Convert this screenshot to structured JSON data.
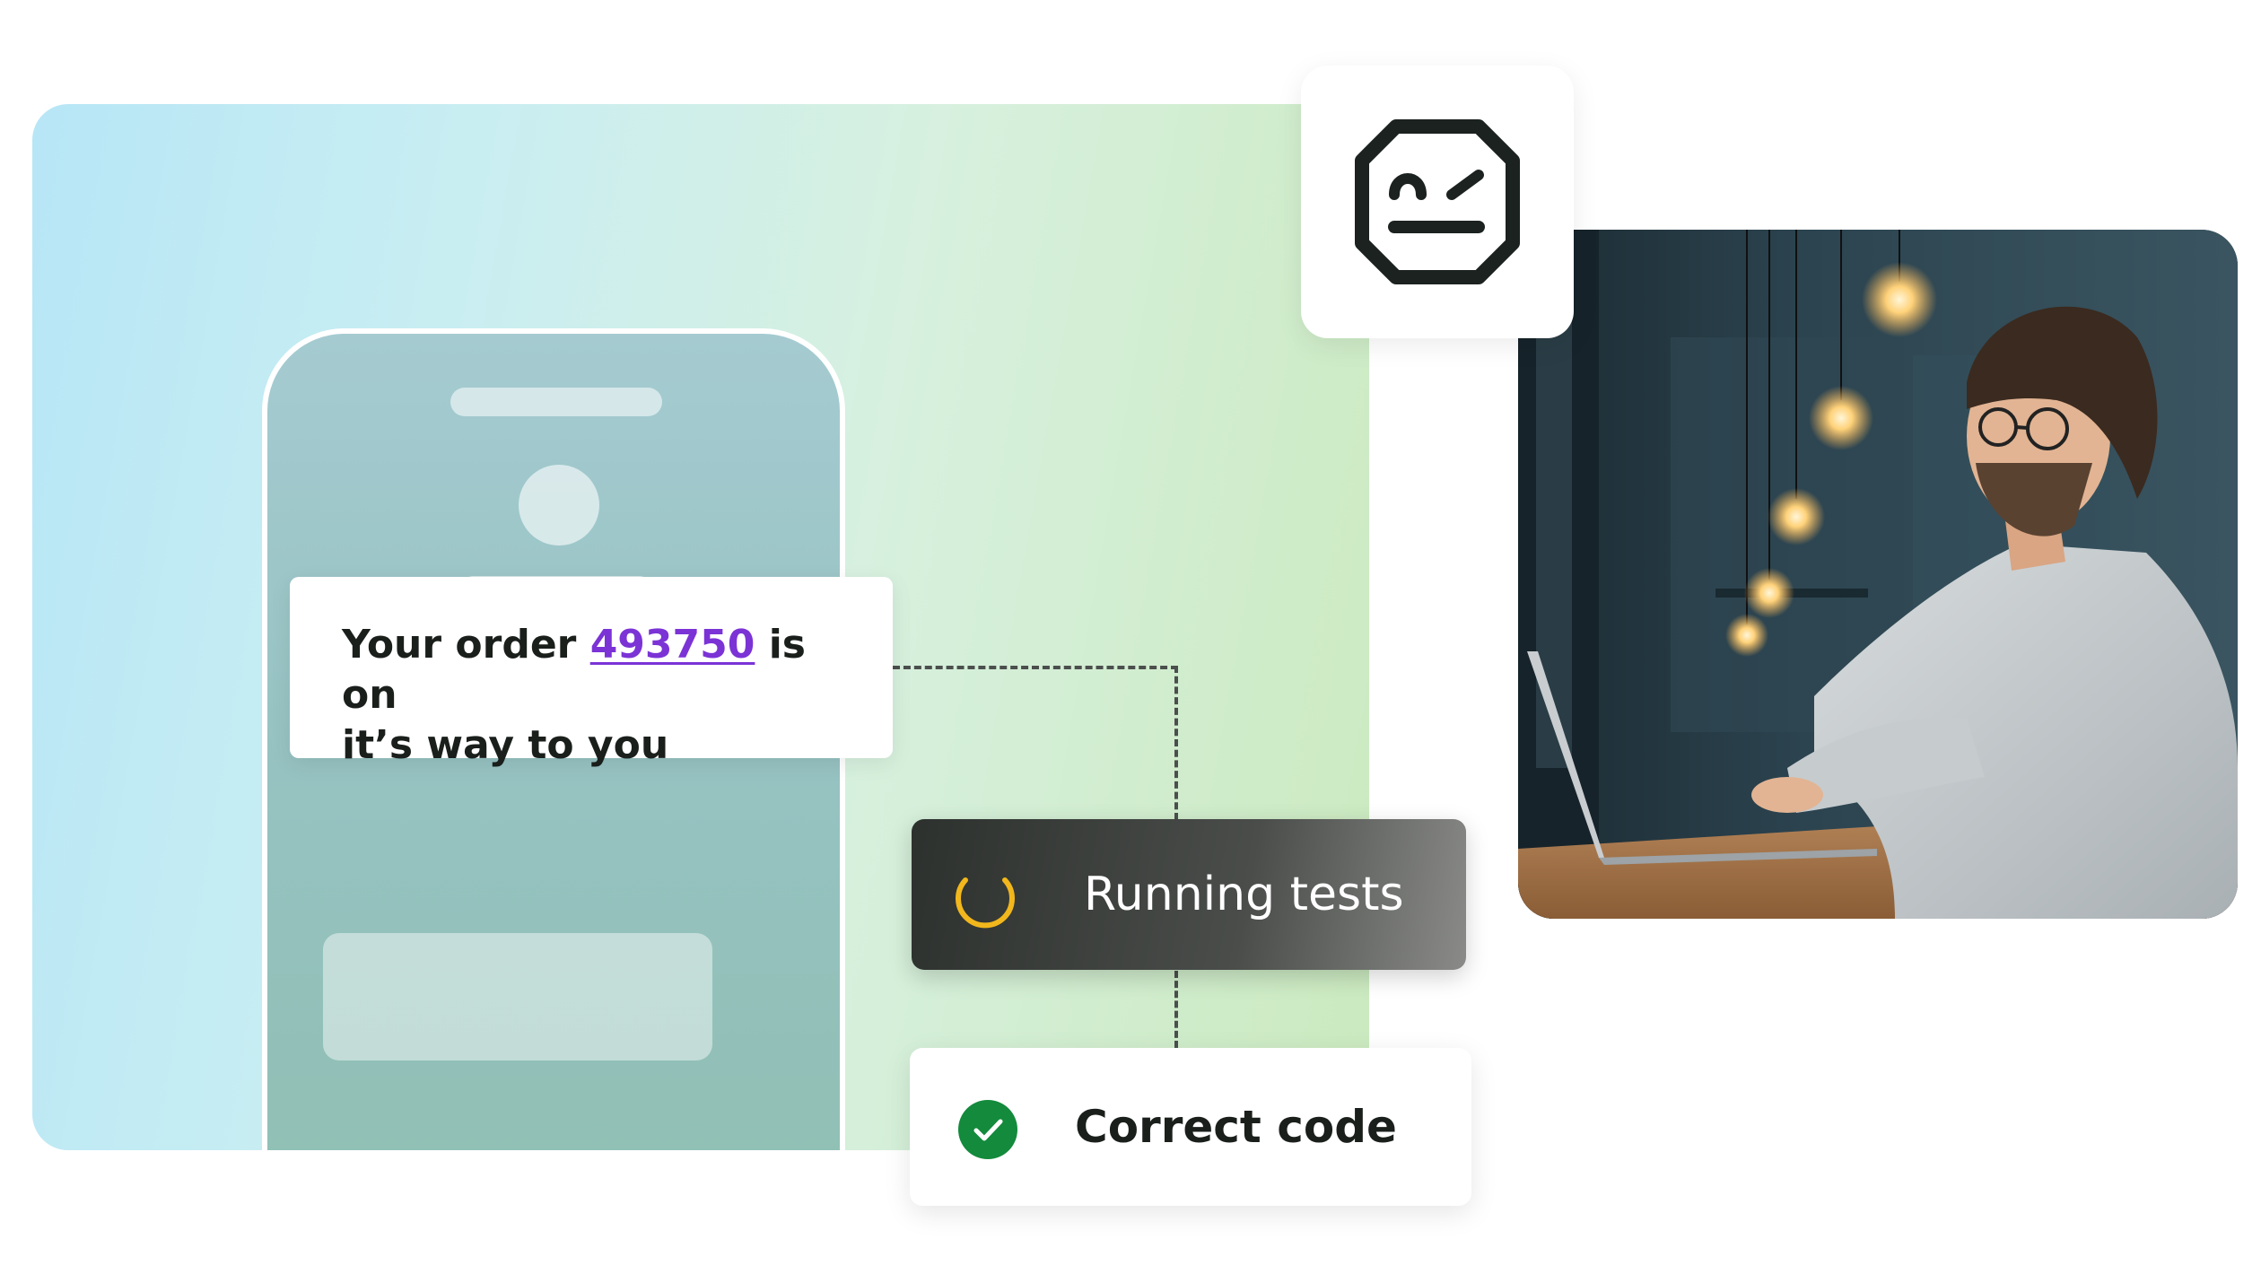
{
  "order_card": {
    "prefix": "Your order ",
    "order_number": "493750",
    "suffix_line1": " is on",
    "line2": "it’s way to you"
  },
  "status": {
    "running_label": "Running tests",
    "correct_label": "Correct code"
  },
  "icons": {
    "spinner": "loading-spinner-icon",
    "check": "check-circle-icon",
    "logo": "robot-face-logo-icon"
  },
  "colors": {
    "link": "#7b33d6",
    "spinner": "#f2b71c",
    "check": "#138a3c",
    "running_bg": "#2d312e"
  }
}
